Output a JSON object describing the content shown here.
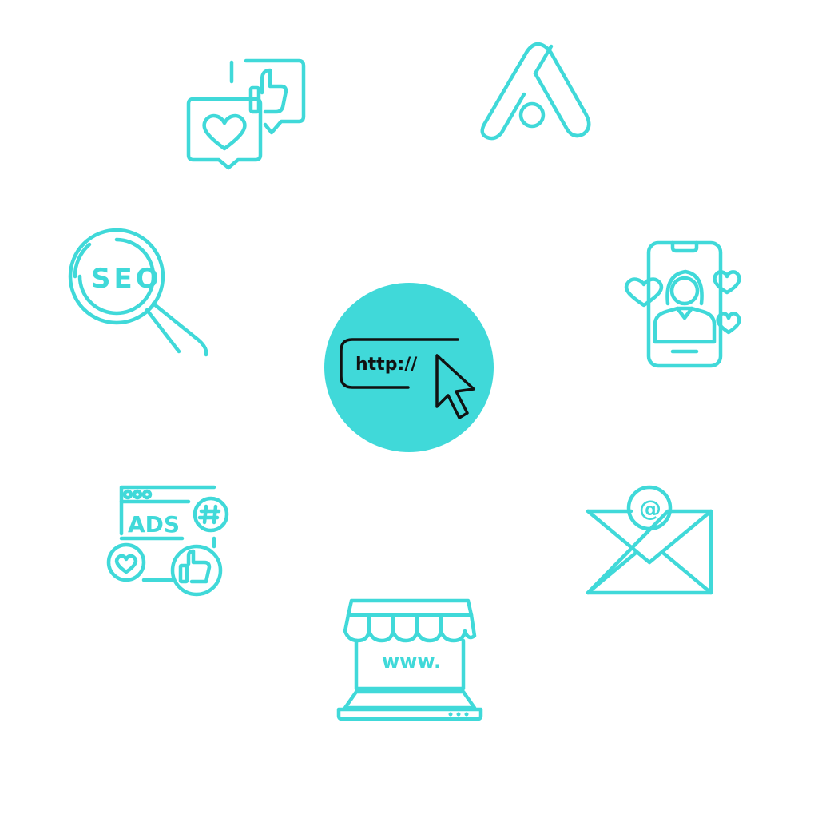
{
  "center": {
    "url_text": "http://",
    "circle_color": "#40d9d9",
    "icon": "browser-url-cursor-icon"
  },
  "icons": {
    "accent_color": "#40d9d9",
    "social": {
      "icon": "social-likes-icon"
    },
    "adwords": {
      "icon": "google-ads-icon"
    },
    "seo": {
      "icon": "seo-magnifier-icon",
      "label": "SEO"
    },
    "influencer": {
      "icon": "influencer-phone-icon"
    },
    "ads": {
      "icon": "social-ads-icon",
      "label": "ADS"
    },
    "email": {
      "icon": "email-marketing-icon"
    },
    "shop": {
      "icon": "online-store-icon",
      "label": "www."
    }
  }
}
